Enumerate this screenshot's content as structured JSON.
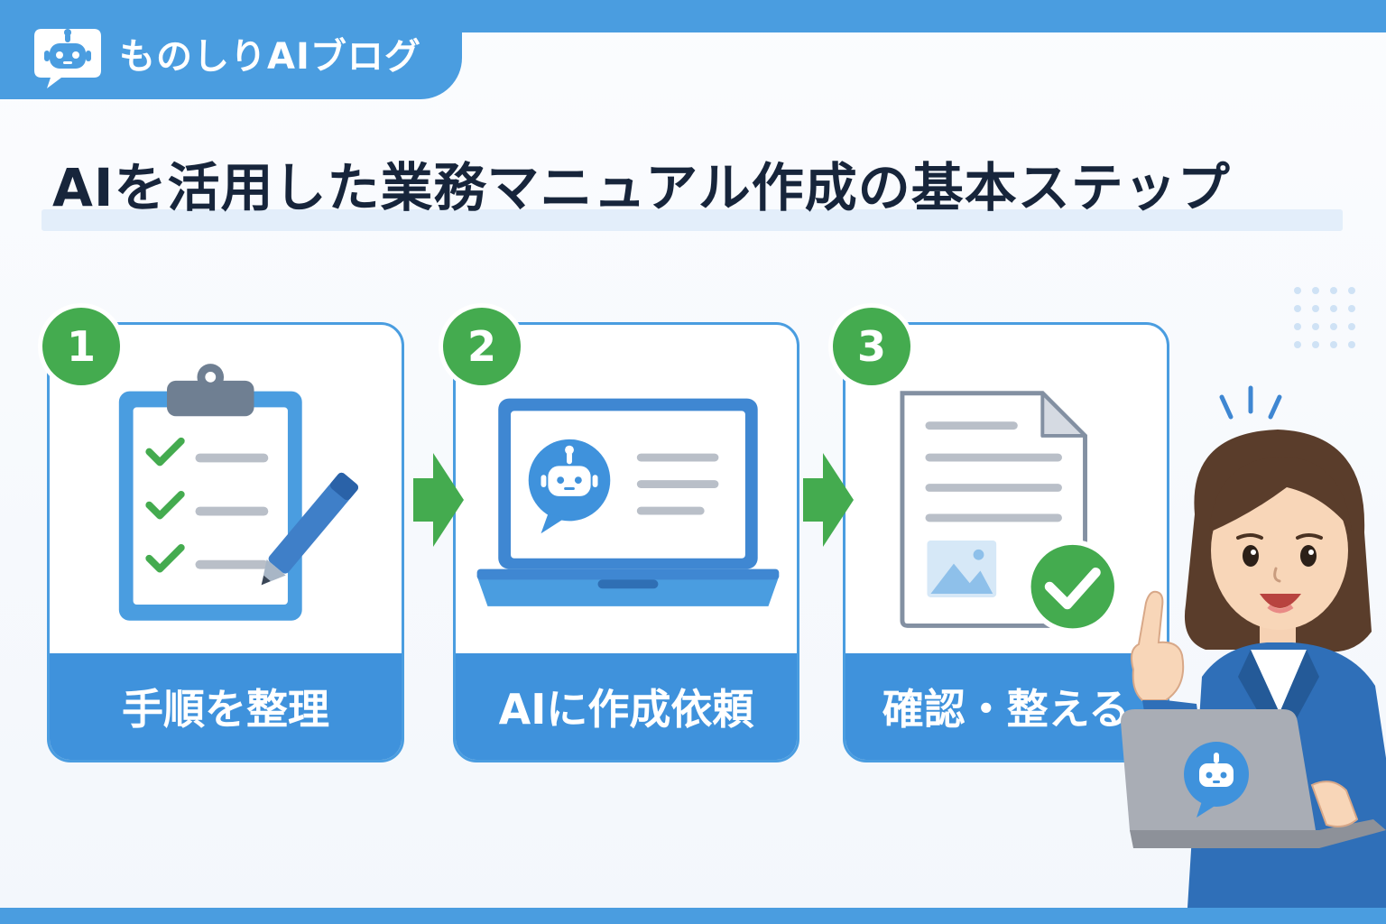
{
  "brand": {
    "name": "ものしりAIブログ",
    "logo_icon": "robot-chat-icon"
  },
  "headline": "AIを活用した業務マニュアル作成の基本ステップ",
  "colors": {
    "accent": "#4a9de0",
    "step_green": "#44ab4f",
    "headline_text": "#17253b"
  },
  "steps": [
    {
      "number": "1",
      "label": "手順を整理",
      "icon": "checklist-clipboard-icon"
    },
    {
      "number": "2",
      "label": "AIに作成依頼",
      "icon": "laptop-ai-chat-icon"
    },
    {
      "number": "3",
      "label": "確認・整える",
      "icon": "document-check-icon"
    }
  ],
  "arrows": [
    "arrow-right-icon",
    "arrow-right-icon"
  ],
  "character": {
    "icon": "woman-pointing-laptop-illustration"
  }
}
